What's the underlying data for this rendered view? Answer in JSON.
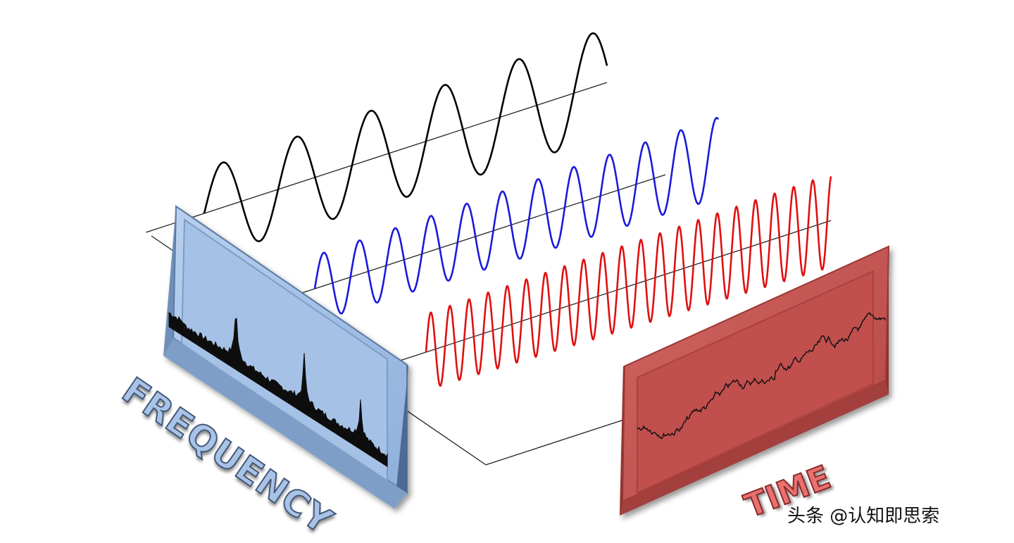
{
  "labels": {
    "frequency": "FREQUENCY",
    "time": "TIME"
  },
  "watermark": "头条 @认知即思索",
  "colors": {
    "wave_low": "#000000",
    "wave_mid": "#1a1adb",
    "wave_high": "#e01010",
    "frequency_panel": "#a4c2e8",
    "time_panel": "#c0504d"
  },
  "waves": [
    {
      "name": "low-frequency",
      "cycles": 5.45,
      "color_key": "wave_low"
    },
    {
      "name": "mid-frequency",
      "cycles": 11.3,
      "color_key": "wave_mid"
    },
    {
      "name": "high-frequency",
      "cycles": 21.2,
      "color_key": "wave_high"
    }
  ]
}
